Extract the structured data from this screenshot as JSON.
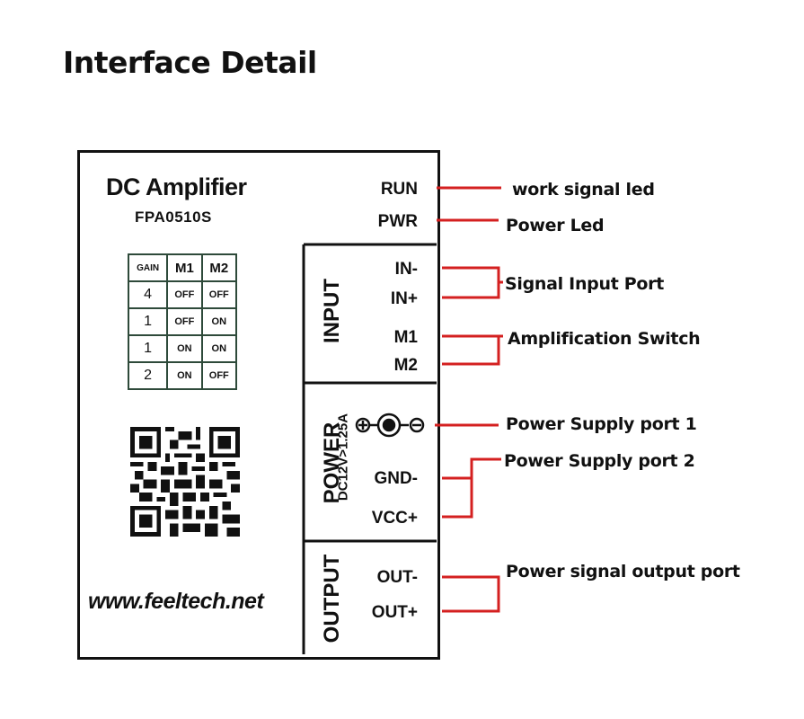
{
  "title": "Interface Detail",
  "module": {
    "name": "DC Amplifier",
    "model": "FPA0510S",
    "website": "www.feeltech.net"
  },
  "gain_table": {
    "headers": [
      "GAIN",
      "M1",
      "M2"
    ],
    "rows": [
      [
        "4",
        "OFF",
        "OFF"
      ],
      [
        "1",
        "OFF",
        "ON"
      ],
      [
        "1",
        "ON",
        "ON"
      ],
      [
        "2",
        "ON",
        "OFF"
      ]
    ]
  },
  "sections": {
    "input": "INPUT",
    "power": "POWER",
    "power_rating": "DC12V>1.25A",
    "output": "OUTPUT"
  },
  "ports": {
    "run": "RUN",
    "pwr": "PWR",
    "in_minus": "IN-",
    "in_plus": "IN+",
    "m1": "M1",
    "m2": "M2",
    "gnd": "GND-",
    "vcc": "VCC+",
    "out_minus": "OUT-",
    "out_plus": "OUT+"
  },
  "callouts": {
    "work_signal_led": "work signal led",
    "power_led": "Power Led",
    "signal_input_port": "Signal Input Port",
    "amplification_switch": "Amplification Switch",
    "power_supply_port_1": "Power Supply port 1",
    "power_supply_port_2": "Power Supply port 2",
    "power_signal_output_port": "Power signal output port"
  },
  "colors": {
    "leader_line": "#d42020",
    "board_border": "#111111",
    "table_border": "#2e4a3a"
  },
  "icons": [
    "qr-code-icon",
    "dc-barrel-jack-icon"
  ]
}
